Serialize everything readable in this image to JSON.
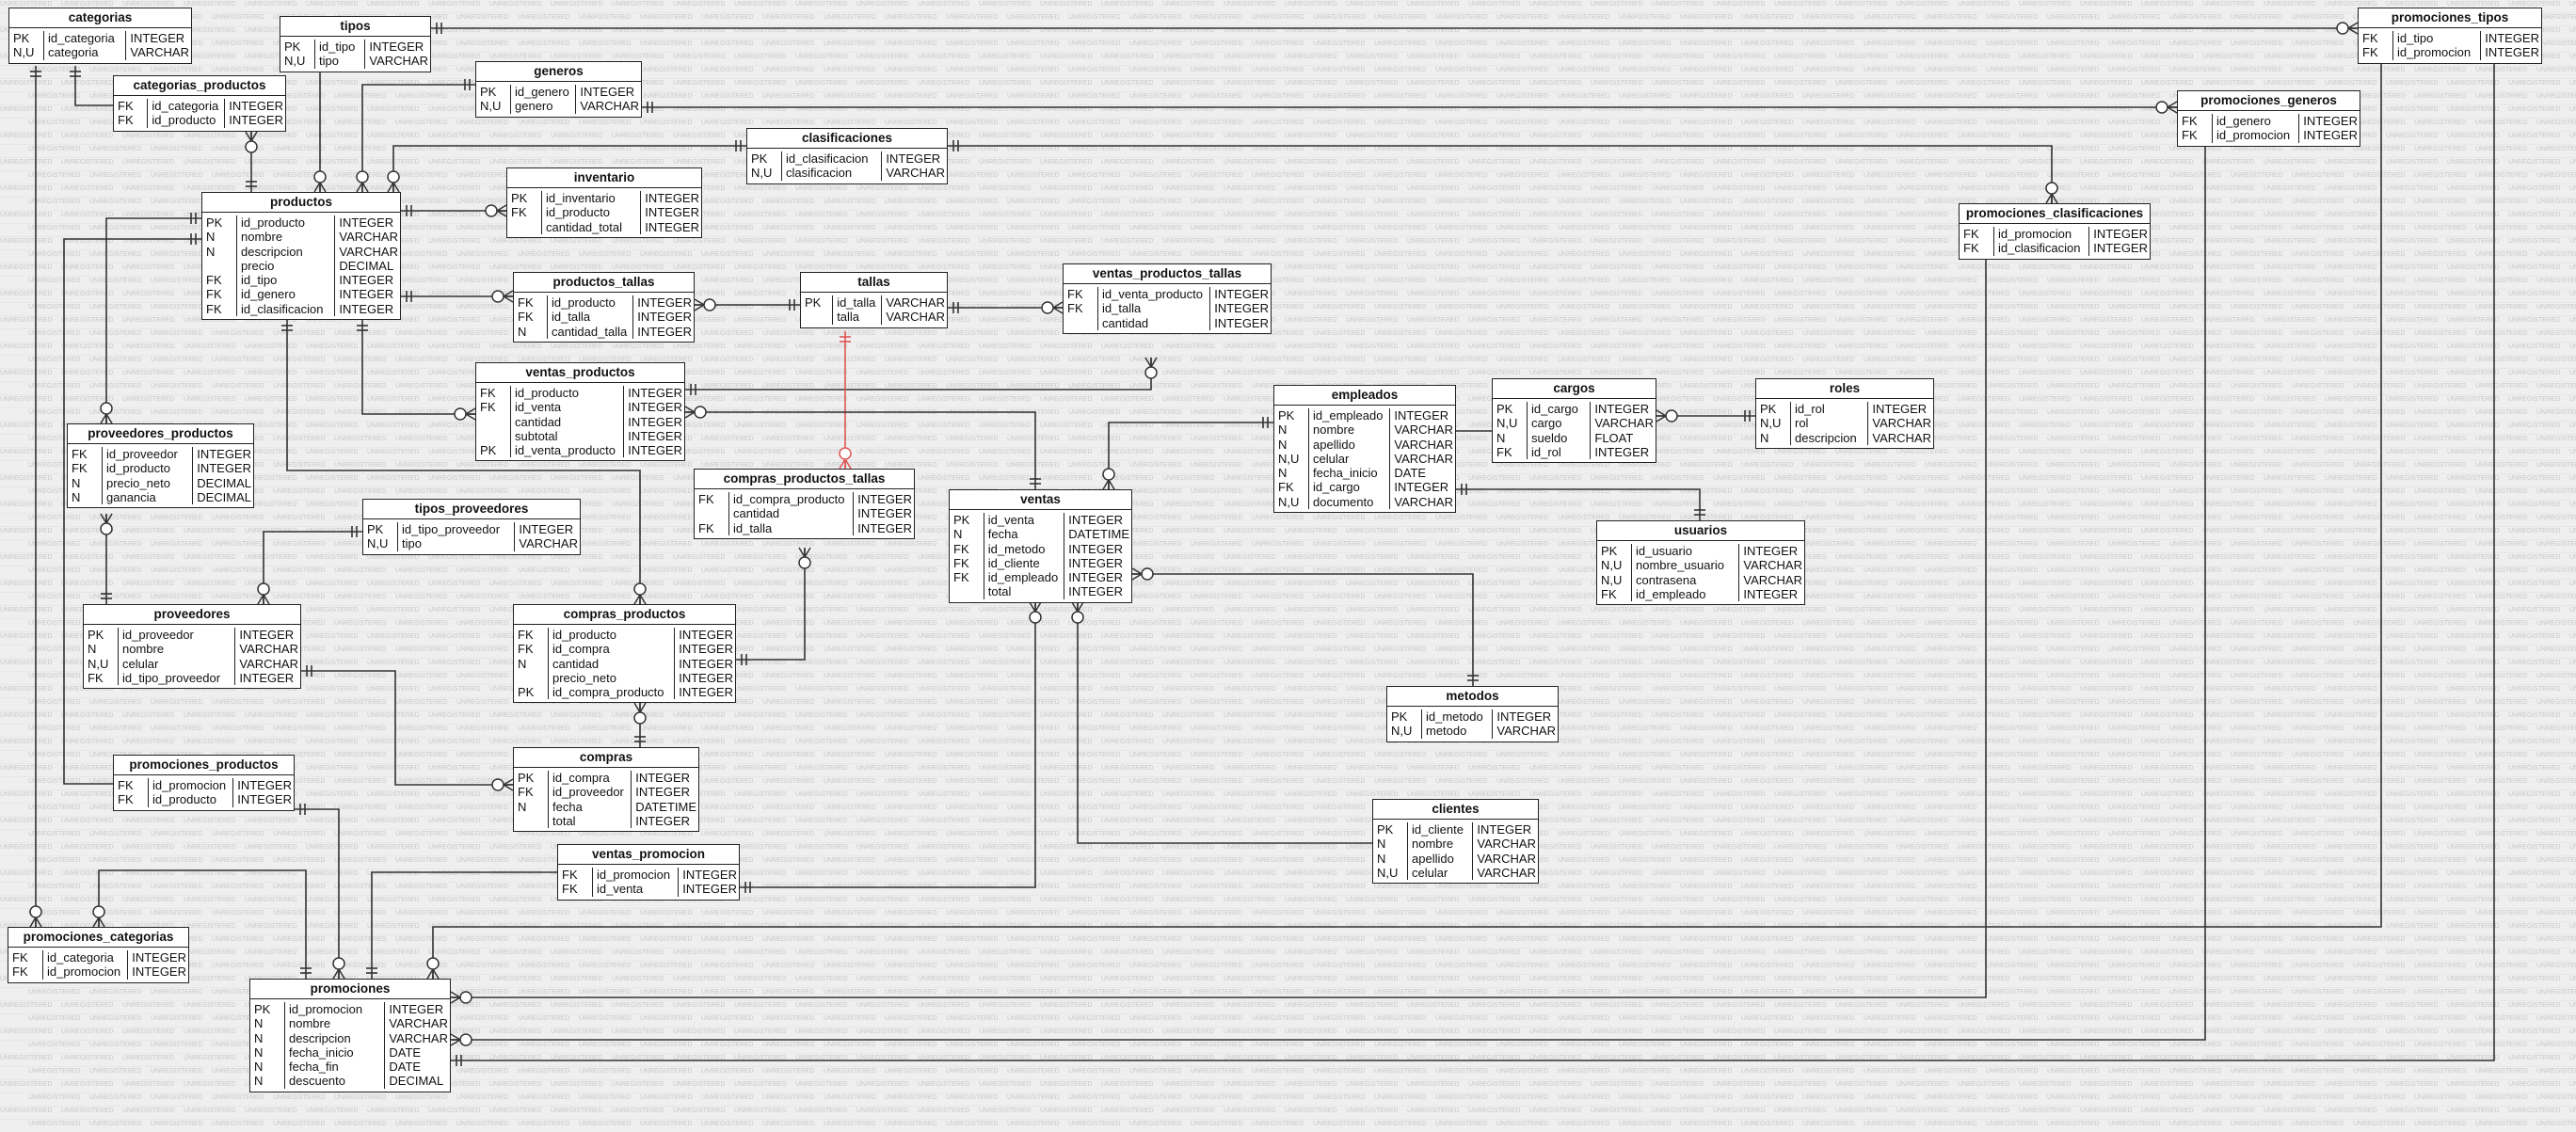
{
  "watermark_text": "UNREGISTERED",
  "colors": {
    "line": "#333333",
    "highlight_line": "#e05555",
    "border": "#222222",
    "background": "#efefef"
  },
  "entities": {
    "categorias": {
      "title": "categorias",
      "rows": [
        [
          "PK",
          "id_categoria",
          "INTEGER"
        ],
        [
          "N,U",
          "categoria",
          "VARCHAR"
        ]
      ]
    },
    "tipos": {
      "title": "tipos",
      "rows": [
        [
          "PK",
          "id_tipo",
          "INTEGER"
        ],
        [
          "N,U",
          "tipo",
          "VARCHAR"
        ]
      ]
    },
    "generos": {
      "title": "generos",
      "rows": [
        [
          "PK",
          "id_genero",
          "INTEGER"
        ],
        [
          "N,U",
          "genero",
          "VARCHAR"
        ]
      ]
    },
    "categorias_productos": {
      "title": "categorias_productos",
      "rows": [
        [
          "FK",
          "id_categoria",
          "INTEGER"
        ],
        [
          "FK",
          "id_producto",
          "INTEGER"
        ]
      ]
    },
    "clasificaciones": {
      "title": "clasificaciones",
      "rows": [
        [
          "PK",
          "id_clasificacion",
          "INTEGER"
        ],
        [
          "N,U",
          "clasificacion",
          "VARCHAR"
        ]
      ]
    },
    "promociones_tipos": {
      "title": "promociones_tipos",
      "rows": [
        [
          "FK",
          "id_tipo",
          "INTEGER"
        ],
        [
          "FK",
          "id_promocion",
          "INTEGER"
        ]
      ]
    },
    "promociones_generos": {
      "title": "promociones_generos",
      "rows": [
        [
          "FK",
          "id_genero",
          "INTEGER"
        ],
        [
          "FK",
          "id_promocion",
          "INTEGER"
        ]
      ]
    },
    "productos": {
      "title": "productos",
      "rows": [
        [
          "PK",
          "id_producto",
          "INTEGER"
        ],
        [
          "N",
          "nombre",
          "VARCHAR"
        ],
        [
          "N",
          "descripcion",
          "VARCHAR"
        ],
        [
          "",
          "precio",
          "DECIMAL"
        ],
        [
          "FK",
          "id_tipo",
          "INTEGER"
        ],
        [
          "FK",
          "id_genero",
          "INTEGER"
        ],
        [
          "FK",
          "id_clasificacion",
          "INTEGER"
        ]
      ]
    },
    "inventario": {
      "title": "inventario",
      "rows": [
        [
          "PK",
          "id_inventario",
          "INTEGER"
        ],
        [
          "FK",
          "id_producto",
          "INTEGER"
        ],
        [
          "",
          "cantidad_total",
          "INTEGER"
        ]
      ]
    },
    "promociones_clasificaciones": {
      "title": "promociones_clasificaciones",
      "rows": [
        [
          "FK",
          "id_promocion",
          "INTEGER"
        ],
        [
          "FK",
          "id_clasificacion",
          "INTEGER"
        ]
      ]
    },
    "productos_tallas": {
      "title": "productos_tallas",
      "rows": [
        [
          "FK",
          "id_producto",
          "INTEGER"
        ],
        [
          "FK",
          "id_talla",
          "INTEGER"
        ],
        [
          "N",
          "cantidad_talla",
          "INTEGER"
        ]
      ]
    },
    "tallas": {
      "title": "tallas",
      "rows": [
        [
          "PK",
          "id_talla",
          "VARCHAR"
        ],
        [
          "",
          "talla",
          "VARCHAR"
        ]
      ]
    },
    "ventas_productos_tallas": {
      "title": "ventas_productos_tallas",
      "rows": [
        [
          "FK",
          "id_venta_producto",
          "INTEGER"
        ],
        [
          "FK",
          "id_talla",
          "INTEGER"
        ],
        [
          "",
          "cantidad",
          "INTEGER"
        ]
      ]
    },
    "ventas_productos": {
      "title": "ventas_productos",
      "rows": [
        [
          "FK",
          "id_producto",
          "INTEGER"
        ],
        [
          "FK",
          "id_venta",
          "INTEGER"
        ],
        [
          "",
          "cantidad",
          "INTEGER"
        ],
        [
          "",
          "subtotal",
          "INTEGER"
        ],
        [
          "PK",
          "id_venta_producto",
          "INTEGER"
        ]
      ]
    },
    "empleados": {
      "title": "empleados",
      "rows": [
        [
          "PK",
          "id_empleado",
          "INTEGER"
        ],
        [
          "N",
          "nombre",
          "VARCHAR"
        ],
        [
          "N",
          "apellido",
          "VARCHAR"
        ],
        [
          "N,U",
          "celular",
          "VARCHAR"
        ],
        [
          "N",
          "fecha_inicio",
          "DATE"
        ],
        [
          "FK",
          "id_cargo",
          "INTEGER"
        ],
        [
          "N,U",
          "documento",
          "VARCHAR"
        ]
      ]
    },
    "cargos": {
      "title": "cargos",
      "rows": [
        [
          "PK",
          "id_cargo",
          "INTEGER"
        ],
        [
          "N,U",
          "cargo",
          "VARCHAR"
        ],
        [
          "N",
          "sueldo",
          "FLOAT"
        ],
        [
          "FK",
          "id_rol",
          "INTEGER"
        ]
      ]
    },
    "roles": {
      "title": "roles",
      "rows": [
        [
          "PK",
          "id_rol",
          "INTEGER"
        ],
        [
          "N,U",
          "rol",
          "VARCHAR"
        ],
        [
          "N",
          "descripcion",
          "VARCHAR"
        ]
      ]
    },
    "proveedores_productos": {
      "title": "proveedores_productos",
      "rows": [
        [
          "FK",
          "id_proveedor",
          "INTEGER"
        ],
        [
          "FK",
          "id_producto",
          "INTEGER"
        ],
        [
          "N",
          "precio_neto",
          "DECIMAL"
        ],
        [
          "N",
          "ganancia",
          "DECIMAL"
        ]
      ]
    },
    "compras_productos_tallas": {
      "title": "compras_productos_tallas",
      "rows": [
        [
          "FK",
          "id_compra_producto",
          "INTEGER"
        ],
        [
          "",
          "cantidad",
          "INTEGER"
        ],
        [
          "FK",
          "id_talla",
          "INTEGER"
        ]
      ]
    },
    "ventas": {
      "title": "ventas",
      "rows": [
        [
          "PK",
          "id_venta",
          "INTEGER"
        ],
        [
          "N",
          "fecha",
          "DATETIME"
        ],
        [
          "FK",
          "id_metodo",
          "INTEGER"
        ],
        [
          "FK",
          "id_cliente",
          "INTEGER"
        ],
        [
          "FK",
          "id_empleado",
          "INTEGER"
        ],
        [
          "",
          "total",
          "INTEGER"
        ]
      ]
    },
    "tipos_proveedores": {
      "title": "tipos_proveedores",
      "rows": [
        [
          "PK",
          "id_tipo_proveedor",
          "INTEGER"
        ],
        [
          "N,U",
          "tipo",
          "VARCHAR"
        ]
      ]
    },
    "usuarios": {
      "title": "usuarios",
      "rows": [
        [
          "PK",
          "id_usuario",
          "INTEGER"
        ],
        [
          "N,U",
          "nombre_usuario",
          "VARCHAR"
        ],
        [
          "N,U",
          "contrasena",
          "VARCHAR"
        ],
        [
          "FK",
          "id_empleado",
          "INTEGER"
        ]
      ]
    },
    "proveedores": {
      "title": "proveedores",
      "rows": [
        [
          "PK",
          "id_proveedor",
          "INTEGER"
        ],
        [
          "N",
          "nombre",
          "VARCHAR"
        ],
        [
          "N,U",
          "celular",
          "VARCHAR"
        ],
        [
          "FK",
          "id_tipo_proveedor",
          "INTEGER"
        ]
      ]
    },
    "compras_productos": {
      "title": "compras_productos",
      "rows": [
        [
          "FK",
          "id_producto",
          "INTEGER"
        ],
        [
          "FK",
          "id_compra",
          "INTEGER"
        ],
        [
          "N",
          "cantidad",
          "INTEGER"
        ],
        [
          "",
          "precio_neto",
          "INTEGER"
        ],
        [
          "PK",
          "id_compra_producto",
          "INTEGER"
        ]
      ]
    },
    "metodos": {
      "title": "metodos",
      "rows": [
        [
          "PK",
          "id_metodo",
          "INTEGER"
        ],
        [
          "N,U",
          "metodo",
          "VARCHAR"
        ]
      ]
    },
    "promociones_productos": {
      "title": "promociones_productos",
      "rows": [
        [
          "FK",
          "id_promocion",
          "INTEGER"
        ],
        [
          "FK",
          "id_producto",
          "INTEGER"
        ]
      ]
    },
    "compras": {
      "title": "compras",
      "rows": [
        [
          "PK",
          "id_compra",
          "INTEGER"
        ],
        [
          "FK",
          "id_proveedor",
          "INTEGER"
        ],
        [
          "N",
          "fecha",
          "DATETIME"
        ],
        [
          "",
          "total",
          "INTEGER"
        ]
      ]
    },
    "clientes": {
      "title": "clientes",
      "rows": [
        [
          "PK",
          "id_cliente",
          "INTEGER"
        ],
        [
          "N",
          "nombre",
          "VARCHAR"
        ],
        [
          "N",
          "apellido",
          "VARCHAR"
        ],
        [
          "N,U",
          "celular",
          "VARCHAR"
        ]
      ]
    },
    "ventas_promocion": {
      "title": "ventas_promocion",
      "rows": [
        [
          "FK",
          "id_promocion",
          "INTEGER"
        ],
        [
          "FK",
          "id_venta",
          "INTEGER"
        ]
      ]
    },
    "promociones_categorias": {
      "title": "promociones_categorias",
      "rows": [
        [
          "FK",
          "id_categoria",
          "INTEGER"
        ],
        [
          "FK",
          "id_promocion",
          "INTEGER"
        ]
      ]
    },
    "promociones": {
      "title": "promociones",
      "rows": [
        [
          "PK",
          "id_promocion",
          "INTEGER"
        ],
        [
          "N",
          "nombre",
          "VARCHAR"
        ],
        [
          "N",
          "descripcion",
          "VARCHAR"
        ],
        [
          "N",
          "fecha_inicio",
          "DATE"
        ],
        [
          "N",
          "fecha_fin",
          "DATE"
        ],
        [
          "N",
          "descuento",
          "DECIMAL"
        ]
      ]
    }
  }
}
